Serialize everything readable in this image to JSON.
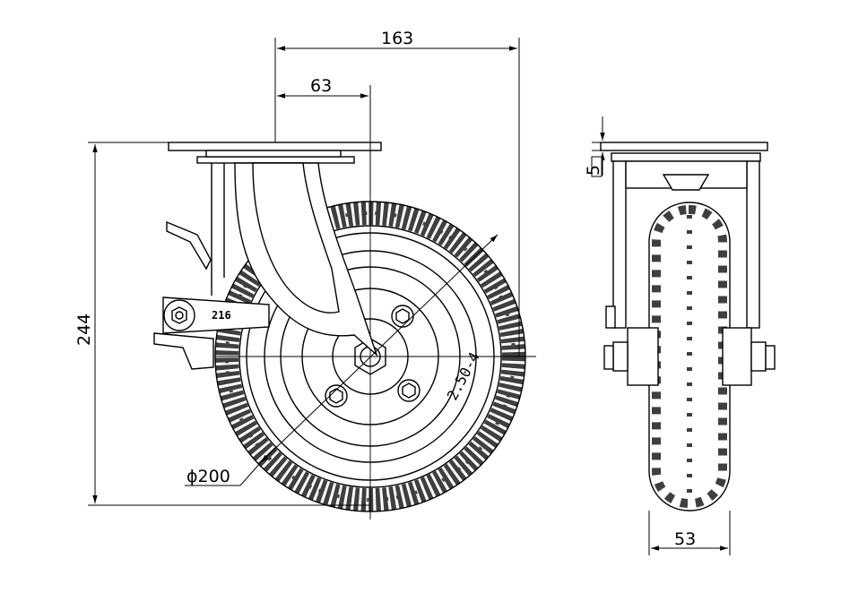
{
  "dimensions": {
    "overall_width": "163",
    "plate_offset": "63",
    "overall_height": "244",
    "wheel_diameter": "ϕ200",
    "plate_thickness": "5",
    "wheel_width": "53"
  },
  "labels": {
    "fork_mark": "216",
    "tire_size": "2.50-4"
  },
  "colors": {
    "line": "#000000",
    "tire": "#3f3f3f",
    "background": "#ffffff"
  }
}
